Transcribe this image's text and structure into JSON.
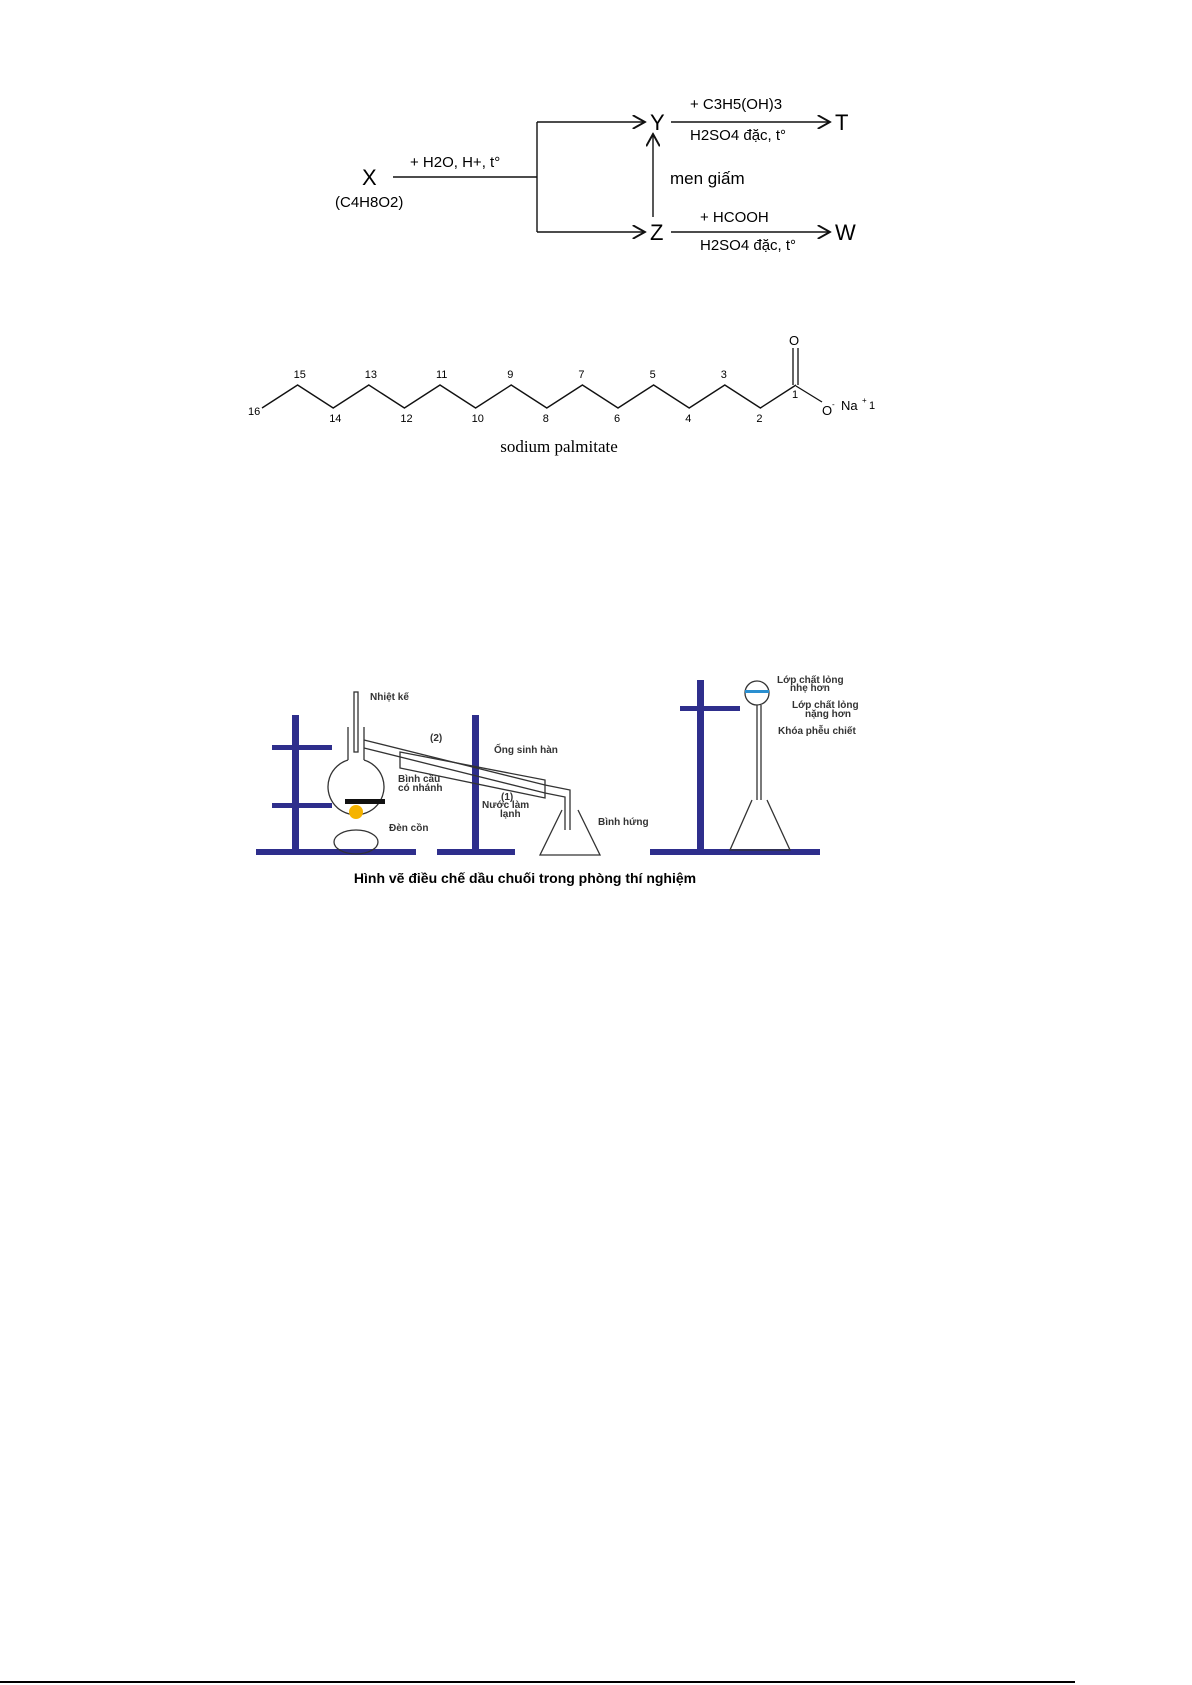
{
  "scheme": {
    "X": "X",
    "X_formula": "(C4H8O2)",
    "hydrolysis": "+ H2O, H+, t°",
    "Y": "Y",
    "Z": "Z",
    "T": "T",
    "W": "W",
    "y_reagent": "+ C3H5(OH)3",
    "y_condition": "H2SO4 đặc, t°",
    "z_reagent": "+ HCOOH",
    "z_condition": "H2SO4 đặc, t°",
    "z_to_y": "men giấm"
  },
  "palmitate": {
    "carbon_numbers": [
      "16",
      "15",
      "14",
      "13",
      "12",
      "11",
      "10",
      "9",
      "8",
      "7",
      "6",
      "5",
      "4",
      "3",
      "2",
      "1"
    ],
    "oxygen": "O",
    "oxide": "O",
    "sodium": "Na",
    "charge_label": "1",
    "name": "sodium palmitate"
  },
  "apparatus": {
    "thermometer": "Nhiệt kế",
    "port2": "(2)",
    "condenser": "Ống sinh hàn",
    "flask_line1": "Bình cầu",
    "flask_line2": "có nhánh",
    "port1": "(1)",
    "water_line1": "Nước làm",
    "water_line2": "lạnh",
    "lamp": "Đèn cồn",
    "receiver": "Bình hứng",
    "light_line1": "Lớp chất lỏng",
    "light_line2": "nhẹ hơn",
    "heavy_line1": "Lớp chất lỏng",
    "heavy_line2": "nặng hơn",
    "stopcock": "Khóa phễu chiết",
    "caption": "Hình vẽ điều chế dầu chuối trong phòng thí nghiệm",
    "stand_color": "#2e2e8c",
    "liquid_color": "#2a8fd0"
  }
}
